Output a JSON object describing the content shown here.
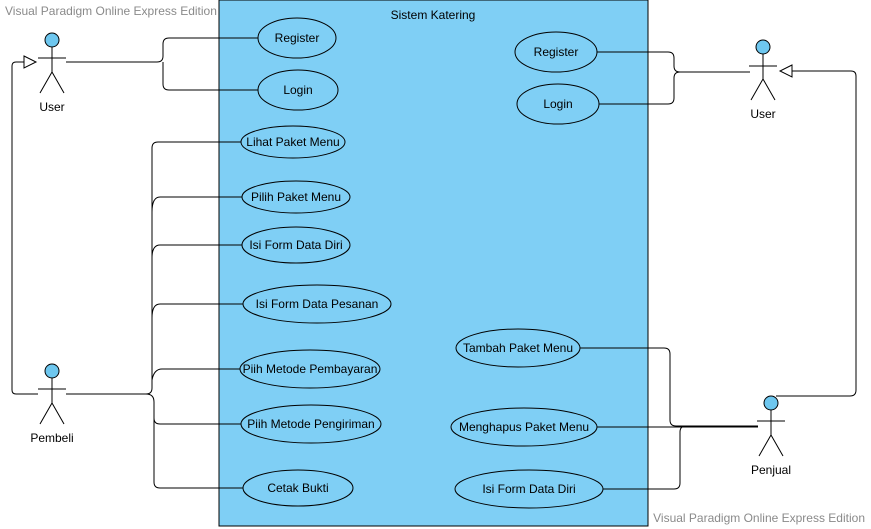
{
  "watermark_top": "Visual Paradigm Online Express Edition",
  "watermark_bottom": "Visual Paradigm Online Express Edition",
  "system": {
    "title": "Sistem Katering",
    "fill": "#7fcff5"
  },
  "actors": {
    "user_left": "User",
    "user_right": "User",
    "pembeli": "Pembeli",
    "penjual": "Penjual"
  },
  "use_cases": {
    "register_left": "Register",
    "login_left": "Login",
    "register_right": "Register",
    "login_right": "Login",
    "lihat_paket": "Lihat Paket Menu",
    "pilih_paket": "Pilih Paket Menu",
    "isi_form_diri_pembeli": "Isi Form Data Diri",
    "isi_form_pesanan": "Isi Form Data Pesanan",
    "metode_pembayaran": "Piih Metode Pembayaran",
    "metode_pengiriman": "Piih Metode Pengiriman",
    "cetak_bukti": "Cetak Bukti",
    "tambah_paket": "Tambah Paket Menu",
    "hapus_paket": "Menghapus Paket Menu",
    "isi_form_diri_penjual": "Isi Form Data Diri"
  }
}
